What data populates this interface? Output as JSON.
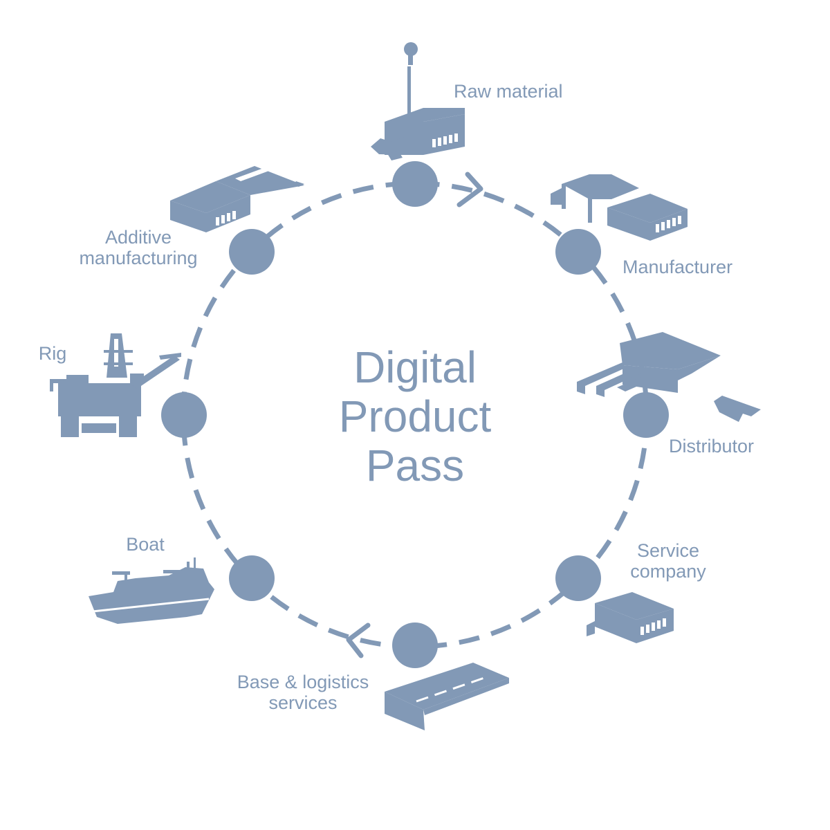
{
  "colors": {
    "accent": "#8299b6",
    "background": "#ffffff"
  },
  "center_title": {
    "line1": "Digital",
    "line2": "Product",
    "line3": "Pass"
  },
  "nodes": [
    {
      "id": "raw-material",
      "label_lines": [
        "Raw material"
      ],
      "icon": "factory-icon"
    },
    {
      "id": "manufacturer",
      "label_lines": [
        "Manufacturer"
      ],
      "icon": "manufacturing-plant-icon"
    },
    {
      "id": "distributor",
      "label_lines": [
        "Distributor"
      ],
      "icon": "warehouse-icon"
    },
    {
      "id": "service-company",
      "label_lines": [
        "Service",
        "company"
      ],
      "icon": "workshop-icon"
    },
    {
      "id": "base-logistics",
      "label_lines": [
        "Base & logistics",
        "services"
      ],
      "icon": "quay-icon"
    },
    {
      "id": "boat",
      "label_lines": [
        "Boat"
      ],
      "icon": "supply-vessel-icon"
    },
    {
      "id": "rig",
      "label_lines": [
        "Rig"
      ],
      "icon": "oil-rig-icon"
    },
    {
      "id": "additive-manufacturing",
      "label_lines": [
        "Additive",
        "manufacturing"
      ],
      "icon": "printing-facility-icon"
    }
  ]
}
